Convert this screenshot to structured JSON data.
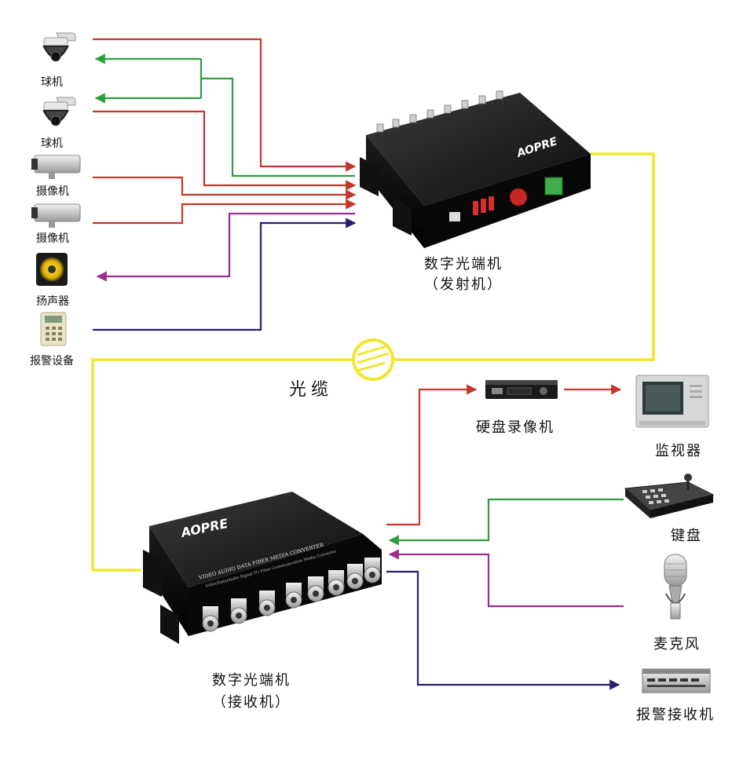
{
  "labels": {
    "dome_camera_1": "球机",
    "dome_camera_2": "球机",
    "camera_1": "摄像机",
    "camera_2": "摄像机",
    "speaker": "扬声器",
    "alarm_device": "报警设备",
    "transmitter_line1": "数字光端机",
    "transmitter_line2": "（发射机）",
    "fiber_cable": "光缆",
    "dvr": "硬盘录像机",
    "monitor": "监视器",
    "keyboard": "键盘",
    "microphone": "麦克风",
    "alarm_receiver": "报警接收机",
    "receiver_line1": "数字光端机",
    "receiver_line2": "（接收机）"
  },
  "device_text": {
    "brand": "AOPRE",
    "converter_title": "VIDEO AUDIO DATA FIBER MEDIA CONVERTER",
    "converter_subtitle": "Video/Data/Audio Signal TO Fiber Communication Media Converter"
  },
  "colors": {
    "video": "#c0392b",
    "control": "#2e9e3e",
    "audio": "#9b2d8f",
    "alarm": "#2a1f6b",
    "fiber": "#f2e52b"
  }
}
